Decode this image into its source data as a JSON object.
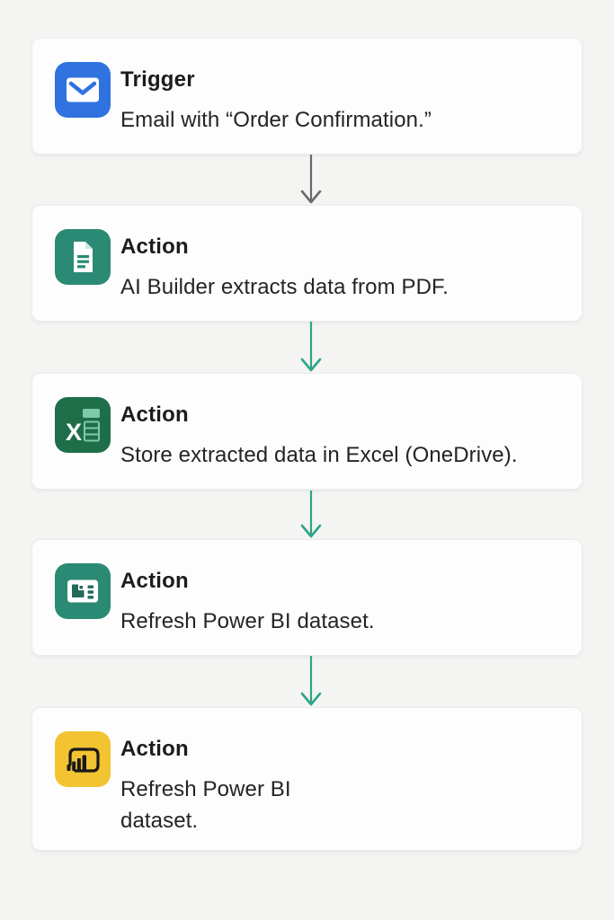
{
  "canvas": {
    "background": "#F4F4F3",
    "card_background": "#FDFDFD",
    "card_border": "#ECECEA"
  },
  "flow": {
    "nodes": [
      {
        "id": "trigger-email",
        "type_label": "Trigger",
        "description": "Email with “Order Confirmation.”",
        "icon": "email-icon",
        "icon_color": "#2F72E0",
        "glyph_color": "#FFFFFF"
      },
      {
        "id": "action-ai-builder",
        "type_label": "Action",
        "description": "AI Builder extracts data from PDF.",
        "icon": "document-icon",
        "icon_color": "#2B8A74",
        "glyph_color": "#FFFFFF"
      },
      {
        "id": "action-excel-store",
        "type_label": "Action",
        "description": "Store extracted data in Excel (OneDrive).",
        "icon": "excel-icon",
        "icon_color": "#1E6E4A",
        "glyph_color": "#7FC8A9"
      },
      {
        "id": "action-powerbi-refresh",
        "type_label": "Action",
        "description": "Refresh Power BI dataset.",
        "icon": "chart-window-icon",
        "icon_color": "#2B8A74",
        "glyph_color": "#216A58"
      },
      {
        "id": "action-powerbi-refresh-2",
        "type_label": "Action",
        "description": "Refresh Power BI dataset.",
        "icon": "power-bi-icon",
        "icon_color": "#F2C432",
        "glyph_color": "#1A1A1A"
      }
    ],
    "connectors": [
      {
        "from": "trigger-email",
        "to": "action-ai-builder",
        "color": "#6A6A6A"
      },
      {
        "from": "action-ai-builder",
        "to": "action-excel-store",
        "color": "#2CA58A"
      },
      {
        "from": "action-excel-store",
        "to": "action-powerbi-refresh",
        "color": "#2CA58A"
      },
      {
        "from": "action-powerbi-refresh",
        "to": "action-powerbi-refresh-2",
        "color": "#2CA58A"
      }
    ]
  }
}
